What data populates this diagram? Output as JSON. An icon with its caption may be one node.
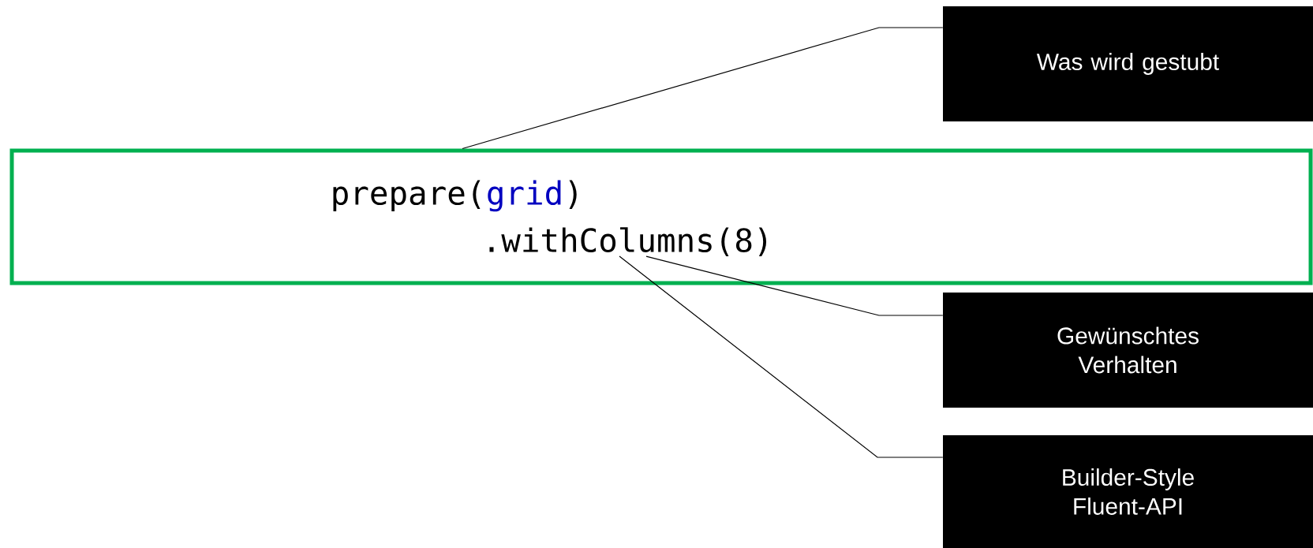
{
  "diagram": {
    "nodes": [
      {
        "text": [
          "Was wird gestubt"
        ]
      },
      {
        "text": [],
        "shape": "box"
      },
      {
        "text": [
          "prepare("
        ],
        "in": 1
      },
      {
        "text": [
          "grid"
        ],
        "in": 1
      },
      {
        "text": [
          ")"
        ],
        "in": 1
      },
      {
        "text": [
          ".withColumns(8)"
        ],
        "in": 1
      },
      {
        "text": [
          "Gewünschtes Verhalten"
        ]
      },
      {
        "text": [
          "Builder-Style Fluent-API"
        ]
      }
    ],
    "edges": [
      {
        "from": 0,
        "to": 1,
        "arrow": "none"
      },
      {
        "from": 6,
        "to": 5,
        "arrow": "none"
      },
      {
        "from": 7,
        "to": 5,
        "arrow": "none"
      }
    ]
  }
}
